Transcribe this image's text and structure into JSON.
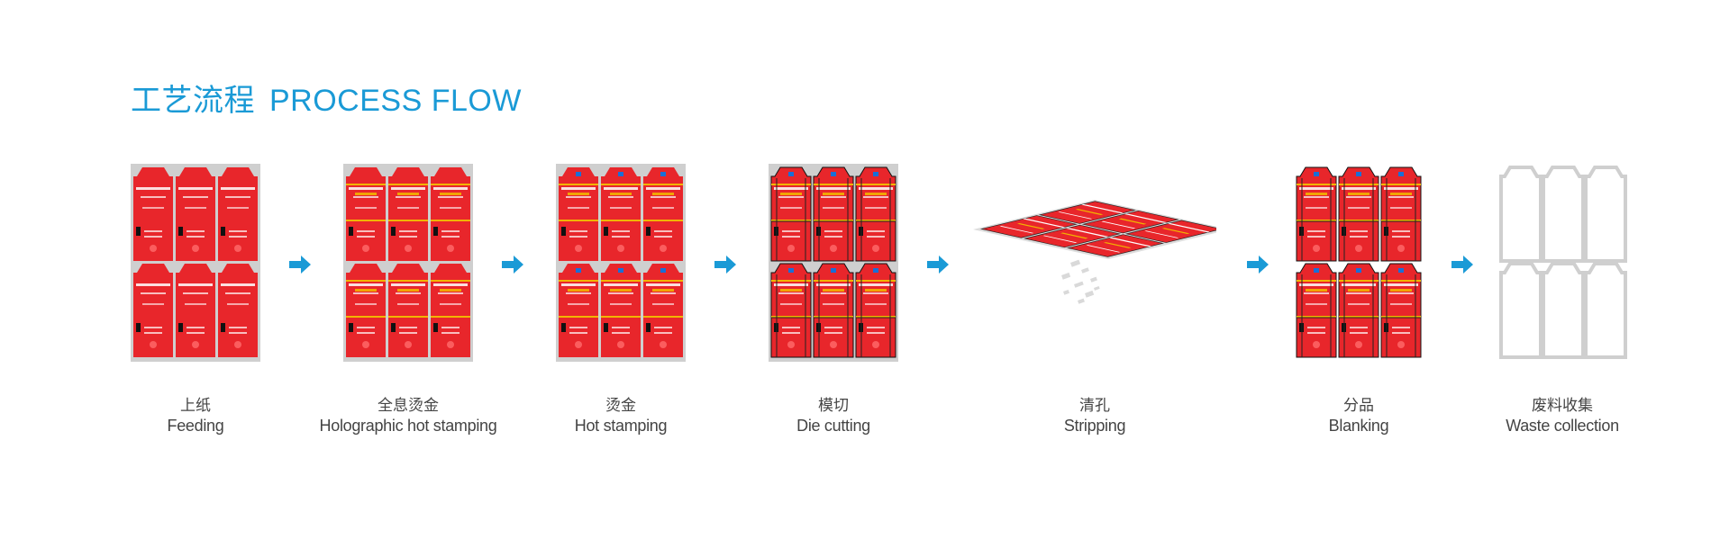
{
  "header": {
    "title_zh": "工艺流程",
    "title_en": "PROCESS FLOW"
  },
  "colors": {
    "accent": "#1a9ad6",
    "sheet_red": "#e8262b",
    "sheet_gray": "#cfcfcf",
    "gold": "#f2b400",
    "label_text": "#444444"
  },
  "steps": [
    {
      "zh": "上纸",
      "en": "Feeding",
      "icon": "feeding-sheet-icon"
    },
    {
      "zh": "全息烫金",
      "en": "Holographic hot stamping",
      "icon": "holographic-stamping-sheet-icon"
    },
    {
      "zh": "烫金",
      "en": "Hot stamping",
      "icon": "hot-stamping-sheet-icon"
    },
    {
      "zh": "模切",
      "en": "Die cutting",
      "icon": "die-cut-sheet-icon"
    },
    {
      "zh": "清孔",
      "en": "Stripping",
      "icon": "stripping-sheet-icon"
    },
    {
      "zh": "分品",
      "en": "Blanking",
      "icon": "blanking-sheet-icon"
    },
    {
      "zh": "废料收集",
      "en": "Waste collection",
      "icon": "waste-sheet-icon"
    }
  ],
  "arrow_icon": "arrow-right-icon"
}
